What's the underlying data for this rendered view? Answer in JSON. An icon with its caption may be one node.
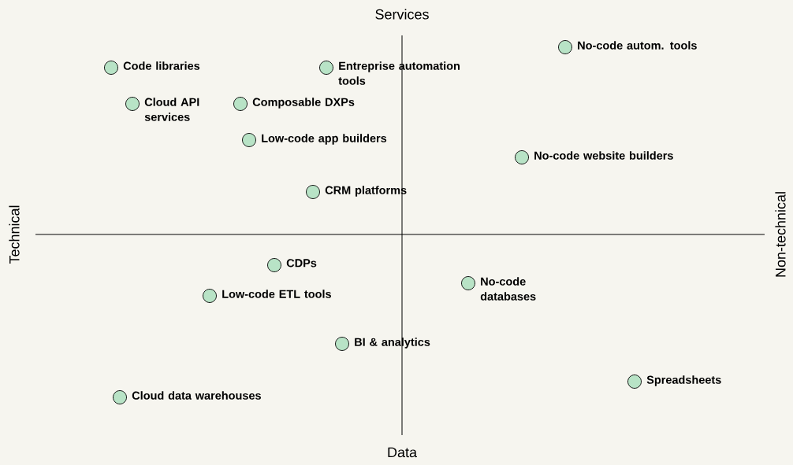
{
  "diagram": {
    "nodes": [
      {
        "text": [
          "Code libraries"
        ]
      },
      {
        "text": [
          "Entreprise automation tools"
        ]
      },
      {
        "text": [
          "No-code autom. tools"
        ]
      },
      {
        "text": [
          "Cloud API services"
        ]
      },
      {
        "text": [
          "Composable DXPs"
        ]
      },
      {
        "text": [
          "Low-code app builders"
        ]
      },
      {
        "text": [
          "No-code website builders"
        ]
      },
      {
        "text": [
          "CRM platforms"
        ]
      },
      {
        "text": [
          "CDPs"
        ]
      },
      {
        "text": [
          "Low-code ETL tools"
        ]
      },
      {
        "text": [
          "No-code databases"
        ]
      },
      {
        "text": [
          "BI & analytics"
        ]
      },
      {
        "text": [
          "Cloud data warehouses"
        ]
      },
      {
        "text": [
          "Spreadsheets"
        ]
      }
    ],
    "labels": [
      "Services",
      "Technical",
      "Non-technical",
      "Data"
    ]
  }
}
